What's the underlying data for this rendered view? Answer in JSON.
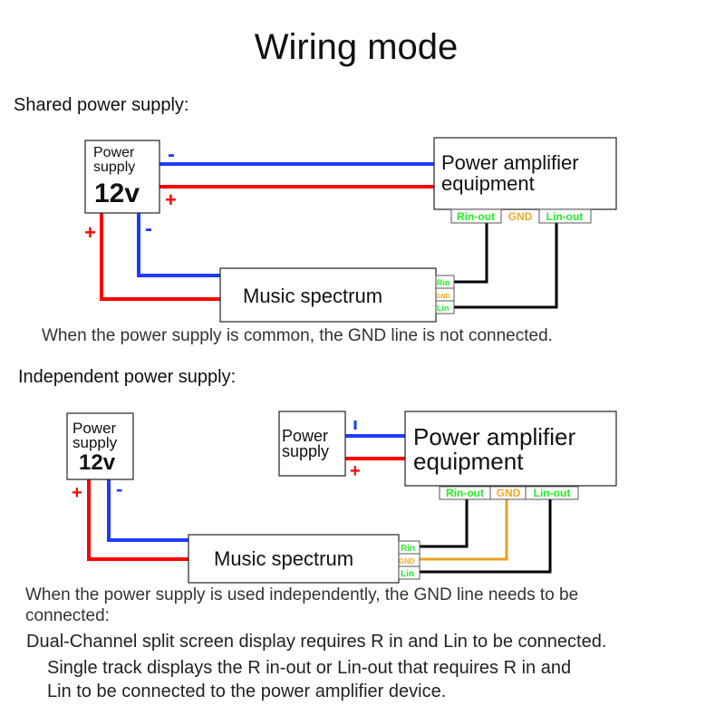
{
  "title": "Wiring mode",
  "colors": {
    "positive": "#ff0000",
    "negative": "#1e3cff",
    "signal": "#000000",
    "ground": "#e8a020",
    "label_green": "#22ee22",
    "label_orange": "#f5a623"
  },
  "shared": {
    "heading": "Shared power supply:",
    "power": {
      "line1": "Power",
      "line2": "supply",
      "voltage": "12v"
    },
    "amplifier": {
      "line1": "Power amplifier",
      "line2": "equipment",
      "rin_out": "Rin-out",
      "gnd": "GND",
      "lin_out": "Lin-out"
    },
    "spectrum": {
      "label": "Music spectrum",
      "rin": "Rin",
      "gnd": "GND",
      "lin": "Lin"
    },
    "minus": "-",
    "plus": "+",
    "caption": "When the power supply is common, the GND line is not connected."
  },
  "independent": {
    "heading": "Independent power supply:",
    "power": {
      "line1": "Power",
      "line2": "supply",
      "voltage": "12v"
    },
    "amp_power": {
      "line1": "Power",
      "line2": "supply"
    },
    "amplifier": {
      "line1": "Power amplifier",
      "line2": "equipment",
      "rin_out": "Rin-out",
      "gnd": "GND",
      "lin_out": "Lin-out"
    },
    "spectrum": {
      "label": "Music spectrum",
      "rin": "Rin",
      "gnd": "GND",
      "lin": "Lin"
    },
    "minus": "-",
    "plus": "+",
    "caption_line1": "When the power supply is used independently, the GND line needs to be",
    "caption_line2": "connected:"
  },
  "notes": {
    "dual": "Dual-Channel split screen display requires R in and Lin to be connected.",
    "single_line1": "Single track displays the R in-out or Lin-out that requires R in and",
    "single_line2": "Lin to be connected to the power amplifier device."
  }
}
